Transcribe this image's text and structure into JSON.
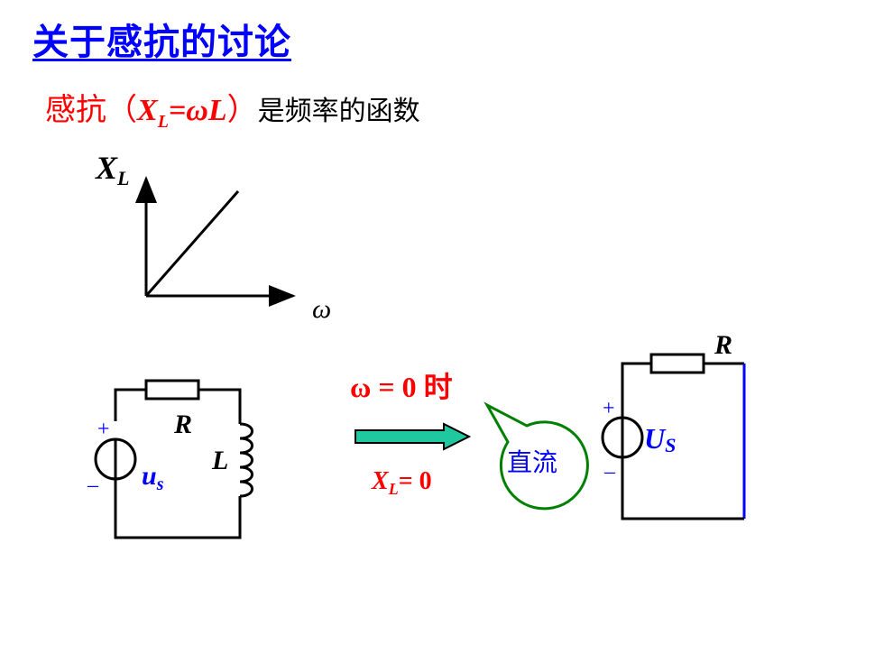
{
  "title": "关于感抗的讨论",
  "subtitle": {
    "prefix": "感抗（",
    "x": "X",
    "x_sub": "L",
    "formula_rest": "=ωL",
    "close": "）",
    "suffix": "是频率的函数"
  },
  "graph": {
    "y_label": "X",
    "y_sub": "L",
    "x_label": "ω"
  },
  "circuit_left": {
    "r_label": "R",
    "l_label": "L",
    "source_label": "u",
    "source_sub": "s",
    "plus": "+",
    "minus": "–"
  },
  "transition": {
    "condition": "ω = 0 时",
    "result_x": "X",
    "result_sub": "L",
    "result_rest": "= 0",
    "callout": "直流"
  },
  "circuit_right": {
    "r_label": "R",
    "source_label": "U",
    "source_sub": "S",
    "plus": "+",
    "minus": "–"
  },
  "colors": {
    "title": "#0000ff",
    "accent_red": "#ff0000",
    "label_blue": "#0000ff",
    "arrow_fill": "#20c8a0",
    "callout_green": "#008000",
    "short_wire": "#0000ff"
  }
}
